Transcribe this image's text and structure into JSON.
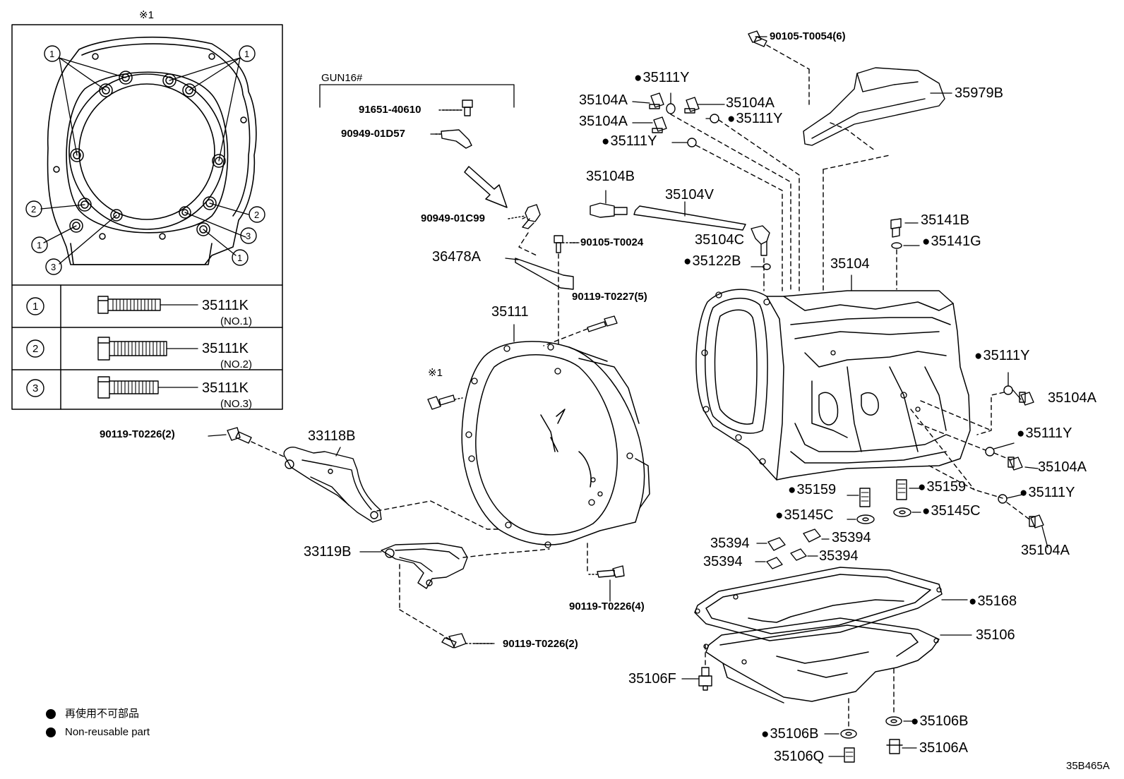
{
  "diagram": {
    "figure_code": "35B465A",
    "inset": {
      "marker": "※1",
      "circle_numbers": [
        "1",
        "2",
        "3"
      ],
      "rows": [
        {
          "num": "1",
          "part": "35111K",
          "note": "(NO.1)"
        },
        {
          "num": "2",
          "part": "35111K",
          "note": "(NO.2)"
        },
        {
          "num": "3",
          "part": "35111K",
          "note": "(NO.3)"
        }
      ]
    },
    "group_label": "GUN16#",
    "marker_small": "※1",
    "legend": {
      "line1": "再使用不可部品",
      "line2": "Non-reusable part"
    },
    "parts": {
      "p91651": "91651-40610",
      "p90949_01d57": "90949-01D57",
      "p90949_01c99": "90949-01C99",
      "p36478a": "36478A",
      "p90105_t0024": "90105-T0024",
      "p90119_t0227": "90119-T0227(5)",
      "p35111": "35111",
      "p90119_t0226_2a": "90119-T0226(2)",
      "p33118b": "33118B",
      "p33119b": "33119B",
      "p90119_t0226_4": "90119-T0226(4)",
      "p90119_t0226_2b": "90119-T0226(2)",
      "p90105_t0054": "90105-T0054(6)",
      "p35111y_a": "35111Y",
      "p35104a_a": "35104A",
      "p35104a_b": "35104A",
      "p35104a_c": "35104A",
      "p35111y_b": "35111Y",
      "p35111y_c": "35111Y",
      "p35979b": "35979B",
      "p35104b": "35104B",
      "p35104v": "35104V",
      "p35104c": "35104C",
      "p35122b": "35122B",
      "p35141b": "35141B",
      "p35141g": "35141G",
      "p35104": "35104",
      "p35111y_d": "35111Y",
      "p35104a_d": "35104A",
      "p35111y_e": "35111Y",
      "p35104a_e": "35104A",
      "p35111y_f": "35111Y",
      "p35104a_f": "35104A",
      "p35159_a": "35159",
      "p35159_b": "35159",
      "p35145c_a": "35145C",
      "p35145c_b": "35145C",
      "p35394_a": "35394",
      "p35394_b": "35394",
      "p35394_c": "35394",
      "p35394_d": "35394",
      "p35168": "35168",
      "p35106": "35106",
      "p35106f": "35106F",
      "p35106b_a": "35106B",
      "p35106b_b": "35106B",
      "p35106q": "35106Q",
      "p35106a": "35106A"
    }
  }
}
